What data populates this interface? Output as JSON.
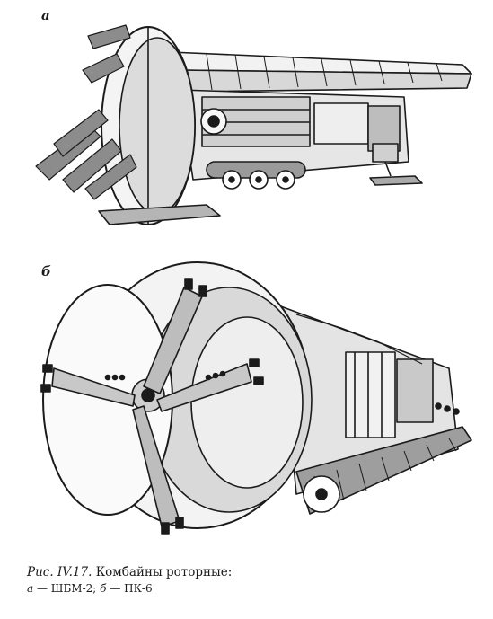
{
  "figure": {
    "label_a": "а",
    "label_b": "б",
    "caption_ref": "Рис. IV.17.",
    "caption_title": "Комбайны роторные:",
    "caption_item_a_letter": "а",
    "caption_item_a_text": "— ШБМ-2;",
    "caption_item_b_letter": "б",
    "caption_item_b_text": "— ПК-6"
  },
  "colors": {
    "ink": "#1b1b1b",
    "paper": "#ffffff"
  }
}
